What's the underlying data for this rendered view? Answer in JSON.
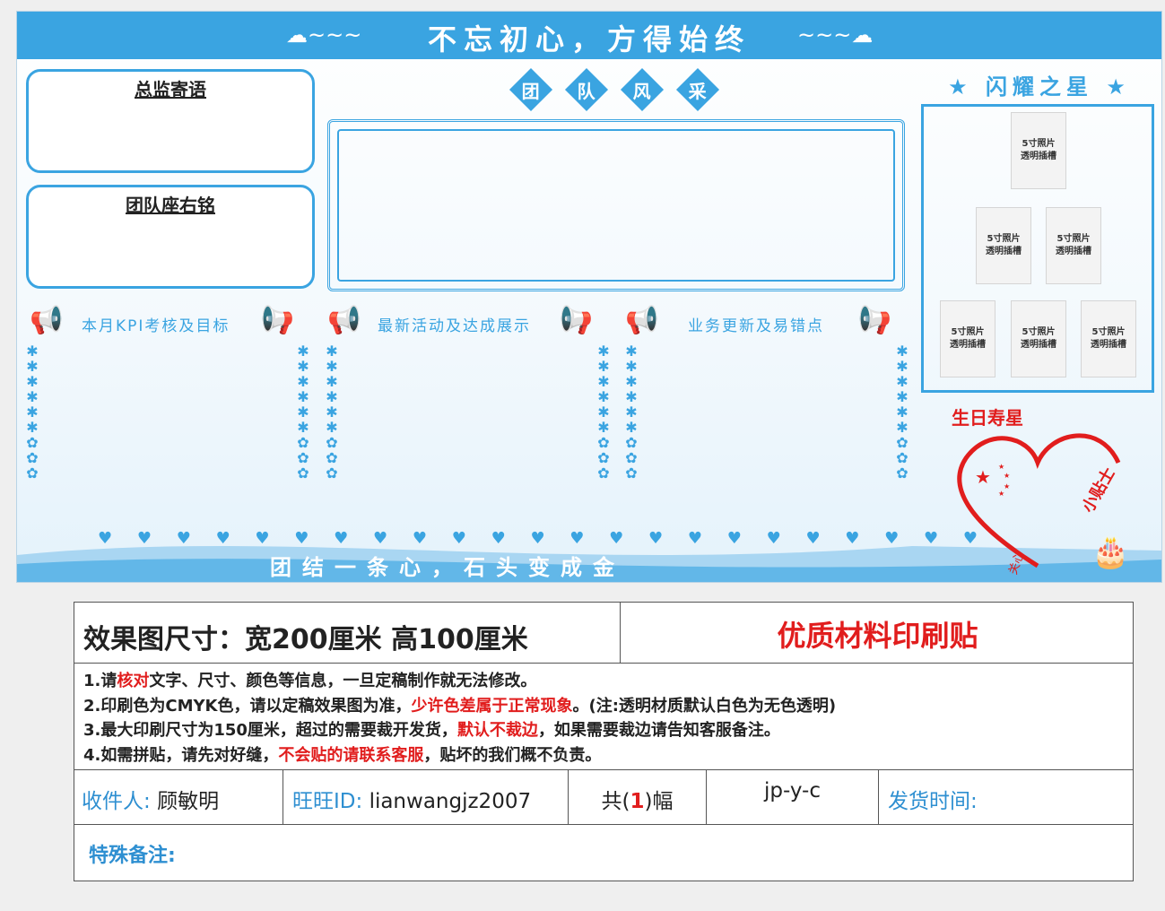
{
  "board": {
    "top_title": "不忘初心，方得始终",
    "panel_director": "总监寄语",
    "panel_motto": "团队座右铭",
    "team_chars": [
      "团",
      "队",
      "风",
      "采"
    ],
    "section1": "本月KPI考核及目标",
    "section2": "最新活动及达成展示",
    "section3": "业务更新及易错点",
    "stars_title": "闪耀之星",
    "photo_slot_line1": "5寸照片",
    "photo_slot_line2": "透明插槽",
    "birthday_title": "生日寿星",
    "birthday_tag1": "小贴士",
    "birthday_tag2": "关心",
    "bottom_title": "团结一条心，石头变成金"
  },
  "info": {
    "size_text": "效果图尺寸：宽200厘米  高100厘米",
    "quality_text": "优质材料印刷贴",
    "note1_a": "1.请",
    "note1_red": "核对",
    "note1_b": "文字、尺寸、颜色等信息，一旦定稿制作就无法修改。",
    "note2_a": "2.印刷色为CMYK色，请以定稿效果图为准，",
    "note2_red": "少许色差属于正常现象",
    "note2_b": "。(注:透明材质默认白色为无色透明)",
    "note3_a": "3.最大印刷尺寸为150厘米，超过的需要裁开发货，",
    "note3_red": "默认不裁边",
    "note3_b": "，如果需要裁边请告知客服备注。",
    "note4_a": "4.如需拼贴，请先对好缝，",
    "note4_red": "不会贴的请联系客服",
    "note4_b": "，贴坏的我们概不负责。",
    "recipient_label": "收件人:",
    "recipient_value": "顾敏明",
    "wangwang_label": "旺旺ID:",
    "wangwang_value": "lianwangjz2007",
    "count_a": "共(",
    "count_num": "1",
    "count_b": ")幅",
    "code": "jp-y-c",
    "ship_label": "发货时间:",
    "special_label": "特殊备注:"
  },
  "colors": {
    "accent": "#3aa4e1",
    "red": "#e11d1d"
  }
}
